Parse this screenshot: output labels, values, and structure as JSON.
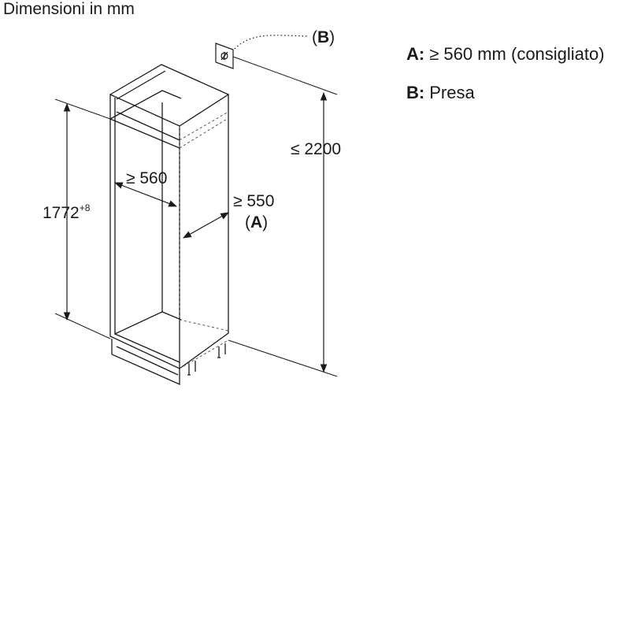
{
  "title": "Dimensioni in mm",
  "legend": {
    "a_key": "A:",
    "a_text": "≥ 560 mm (consigliato)",
    "b_key": "B:",
    "b_text": "Presa"
  },
  "diagram": {
    "socket_label_open": "(",
    "socket_label_key": "B",
    "socket_label_close": ")",
    "height_total": "≤ 2200",
    "niche_height": "1772",
    "niche_height_tolerance": "+8",
    "width": "≥ 560",
    "depth": "≥ 550",
    "depth_ref_open": "(",
    "depth_ref_key": "A",
    "depth_ref_close": ")"
  }
}
